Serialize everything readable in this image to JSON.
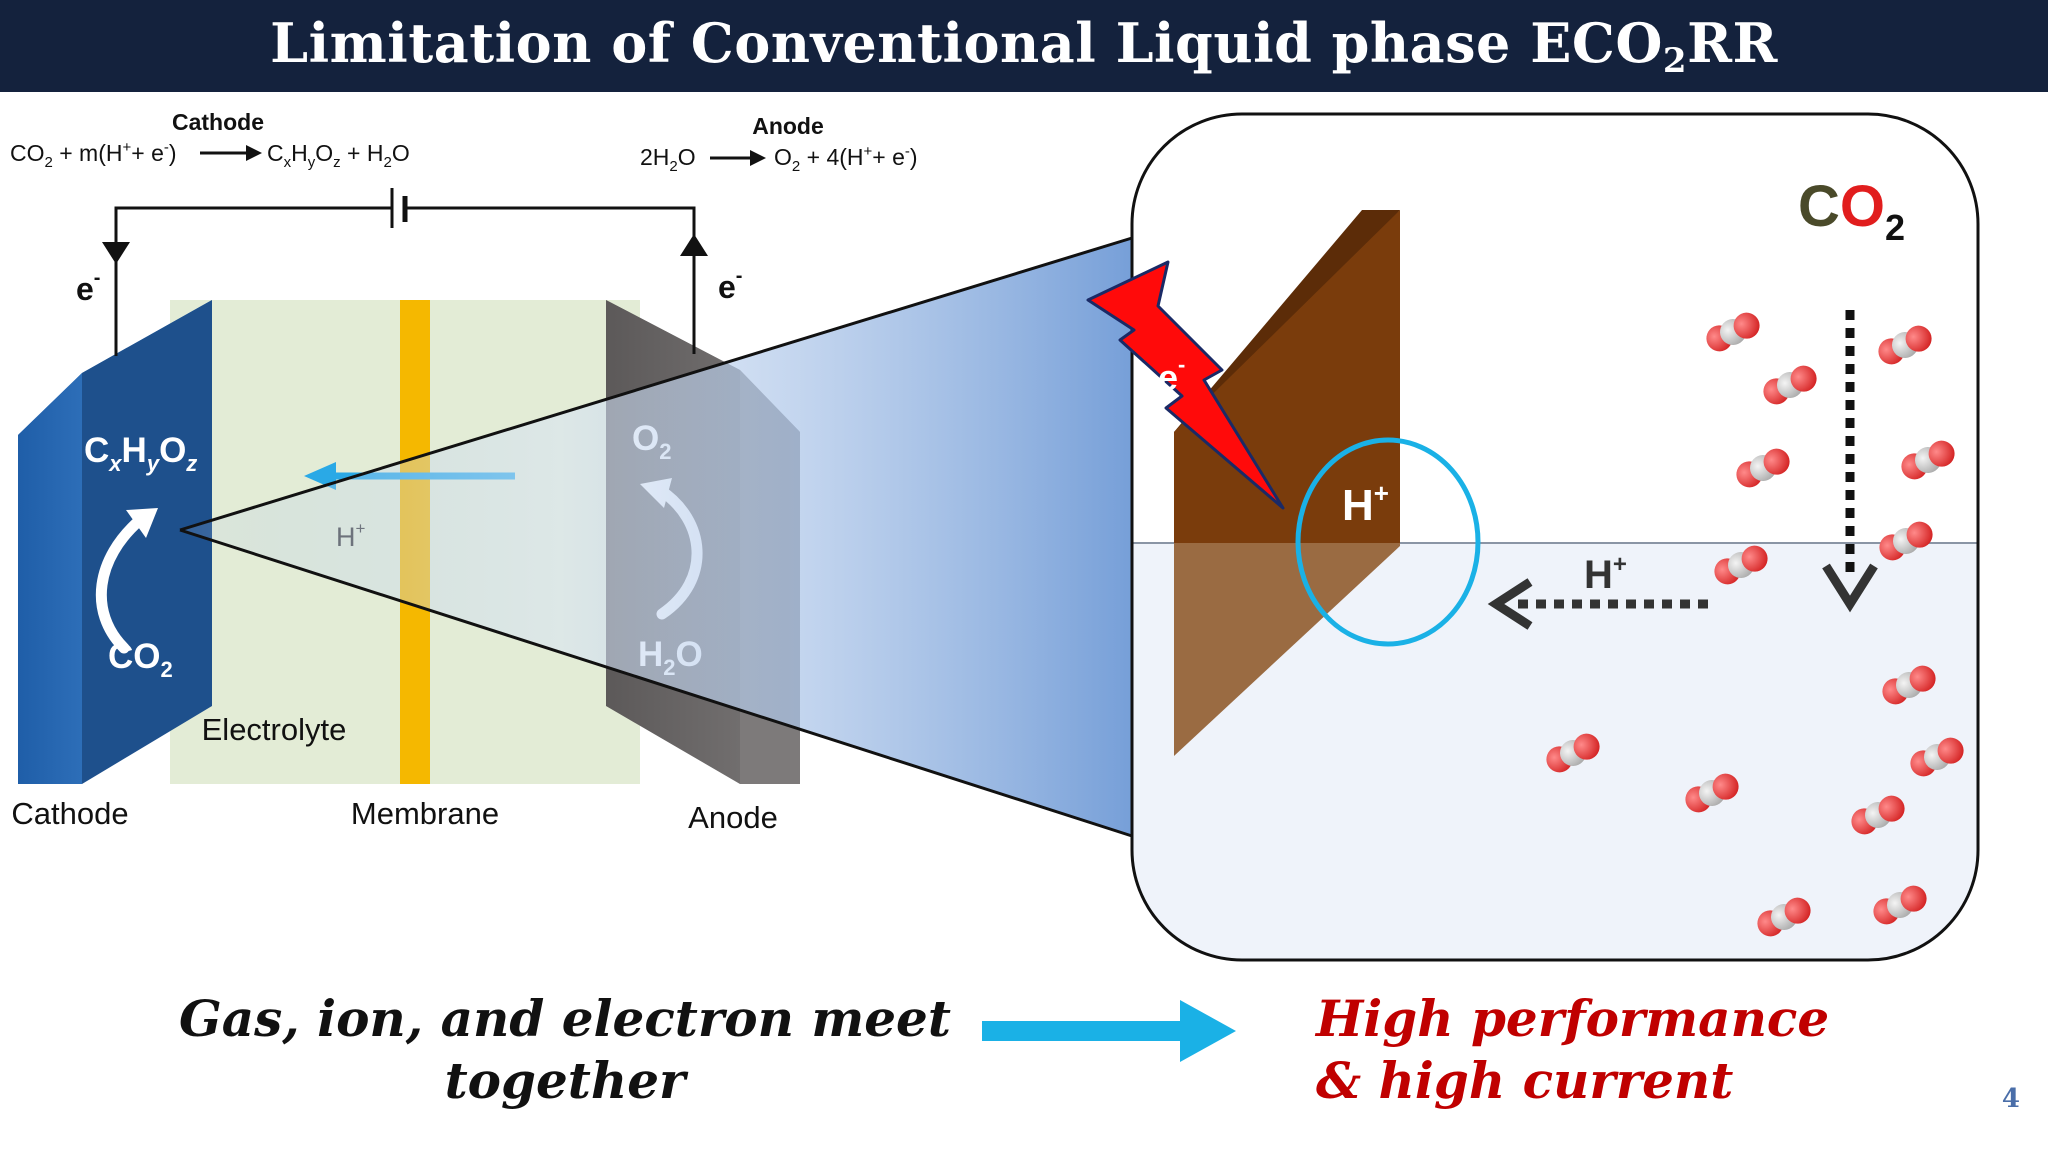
{
  "title": {
    "prefix": "Limitation of Conventional Liquid phase ECO",
    "subscript": "2",
    "suffix": "RR"
  },
  "cell": {
    "cathode_heading": "Cathode",
    "anode_heading": "Anode",
    "cathode_eq": {
      "p1": "CO",
      "s1": "2",
      "p2": " + m(H",
      "sp1": "+",
      "p3": "+ e",
      "sp2": "-",
      "p4": ")",
      "p5": "C",
      "s2": "x",
      "p6": "H",
      "s3": "y",
      "p7": "O",
      "s4": "z",
      "p8": " + H",
      "s5": "2",
      "p9": "O"
    },
    "anode_eq": {
      "p1": "2H",
      "s1": "2",
      "p2": "O",
      "p3": "O",
      "s2": "2",
      "p4": " + 4(H",
      "sp1": "+",
      "p5": "+ e",
      "sp2": "-",
      "p6": ")"
    },
    "electron_base": "e",
    "electron_sup": "-",
    "cathode_product": {
      "c": "C",
      "x": "x",
      "h": "H",
      "y": "y",
      "o": "O",
      "z": "z"
    },
    "cathode_reactant": {
      "base": "CO",
      "sub": "2"
    },
    "anode_product": {
      "base": "O",
      "sub": "2"
    },
    "anode_reactant": {
      "h": "H",
      "sub": "2",
      "o": "O"
    },
    "proton": {
      "base": "H",
      "sup": "+"
    },
    "electrolyte_label": "Electrolyte",
    "cathode_label": "Cathode",
    "membrane_label": "Membrane",
    "anode_label": "Anode"
  },
  "zoom": {
    "co2_c": "C",
    "co2_o": "O",
    "co2_sub": "2",
    "electron_base": "e",
    "electron_sup": "-",
    "proton_base": "H",
    "proton_sup": "+"
  },
  "bottom": {
    "left_line1": "Gas, ion, and electron meet",
    "left_line2": "together",
    "right_line1": "High performance",
    "right_line2": "& high current"
  },
  "page_number": "4",
  "colors": {
    "title_bg": "#14223d",
    "cathode_blue": "#2e6db4",
    "anode_gray": "#6b6868",
    "membrane_yellow": "#f5b800",
    "electrolyte_green": "#e3ecd6",
    "highlight_cyan": "#1ab1e6",
    "electrode_brown": "#7a3c0c",
    "emphasis_red": "#c00000",
    "oxygen_red": "#e53939"
  }
}
